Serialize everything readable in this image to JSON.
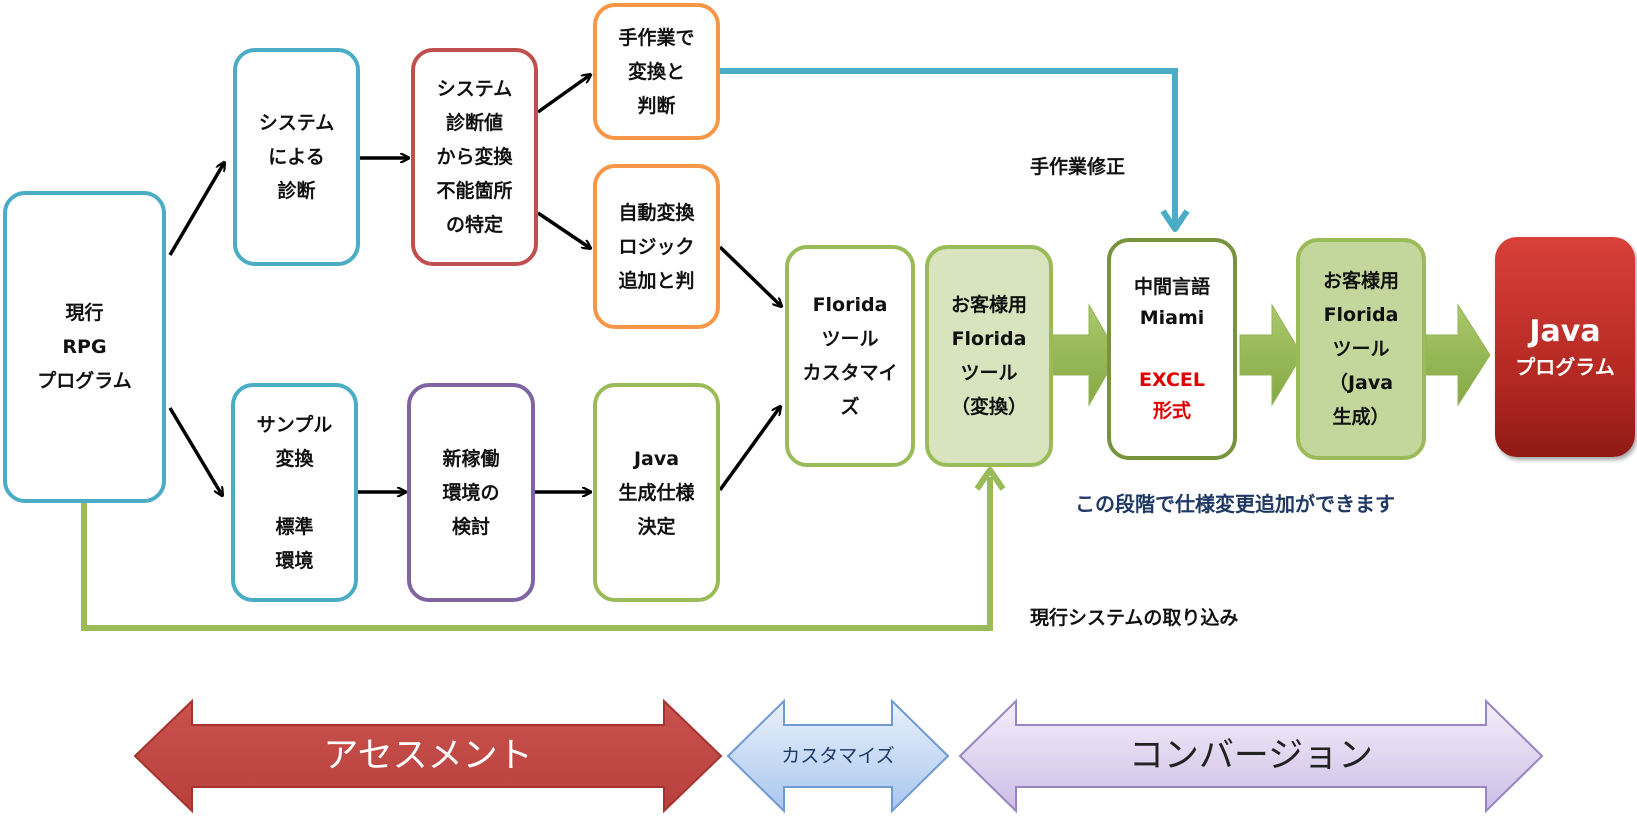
{
  "boxes": {
    "current_program": [
      "現行",
      "RPG",
      "プログラム"
    ],
    "system_diagnosis": [
      "システム",
      "による",
      "診断"
    ],
    "unconvertible_points": [
      "システム",
      "診断値",
      "から変換",
      "不能箇所",
      "の特定"
    ],
    "manual_conversion": [
      "手作業で",
      "変換と",
      "判断"
    ],
    "auto_conversion_logic": [
      "自動変換",
      "ロジック",
      "追加と判"
    ],
    "sample_conversion": [
      "サンプル",
      "変換",
      "",
      "標準",
      "環境"
    ],
    "new_environment": [
      "新稼働",
      "環境の",
      "検討"
    ],
    "java_spec": [
      "Java",
      "生成仕様",
      "決定"
    ],
    "florida_customize": [
      "Florida",
      "ツール",
      "カスタマイ",
      "ズ"
    ],
    "customer_florida_convert": [
      "お客様用",
      "Florida",
      "ツール",
      "（変換）"
    ],
    "intermediate_language": [
      "中間言語",
      "Miami",
      "",
      "EXCEL",
      "形式"
    ],
    "customer_florida_java": [
      "お客様用",
      "Florida",
      "ツール",
      "（Java",
      "生成）"
    ],
    "java_program": [
      "Java",
      "プログラム"
    ]
  },
  "labels": {
    "manual_fix": "手作業修正",
    "import_current": "現行システムの取り込み",
    "spec_change_note": "この段階で仕様変更追加ができます"
  },
  "phases": {
    "assessment": "アセスメント",
    "customize": "カスタマイズ",
    "conversion": "コンバージョン"
  },
  "colors": {
    "teal": "#4bacc6",
    "red": "#c0504d",
    "orange": "#f79646",
    "purple": "#8064a2",
    "green": "#9bbb59",
    "excel_text": "#e00000",
    "note_text": "#1f3864"
  }
}
